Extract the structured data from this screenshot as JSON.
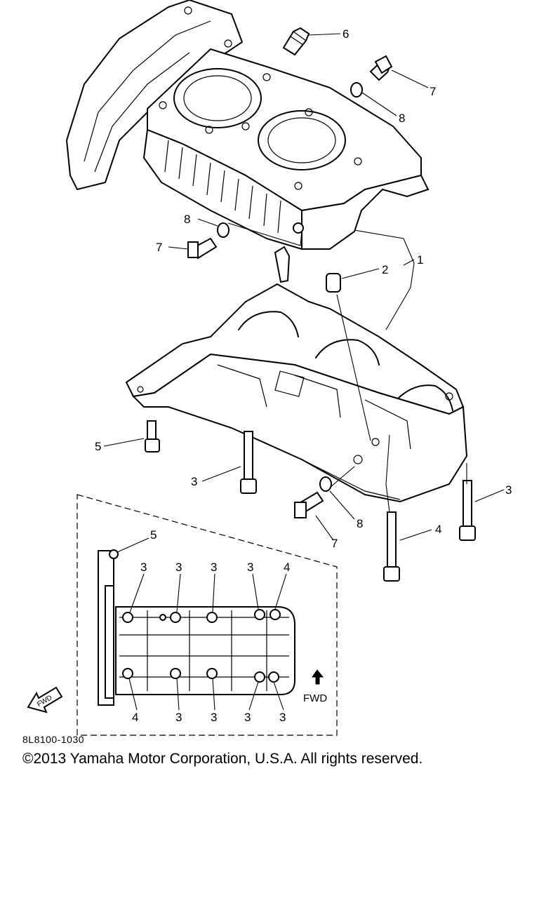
{
  "callouts": {
    "c1": "1",
    "c2": "2",
    "c3": "3",
    "c4": "4",
    "c5": "5",
    "c6": "6",
    "c7": "7",
    "c8": "8"
  },
  "inset": {
    "fwd_label": "FWD",
    "arrow_label": "FWD"
  },
  "diagram_code": "8L8100-1030",
  "copyright": "©2013 Yamaha Motor Corporation, U.S.A. All rights reserved."
}
